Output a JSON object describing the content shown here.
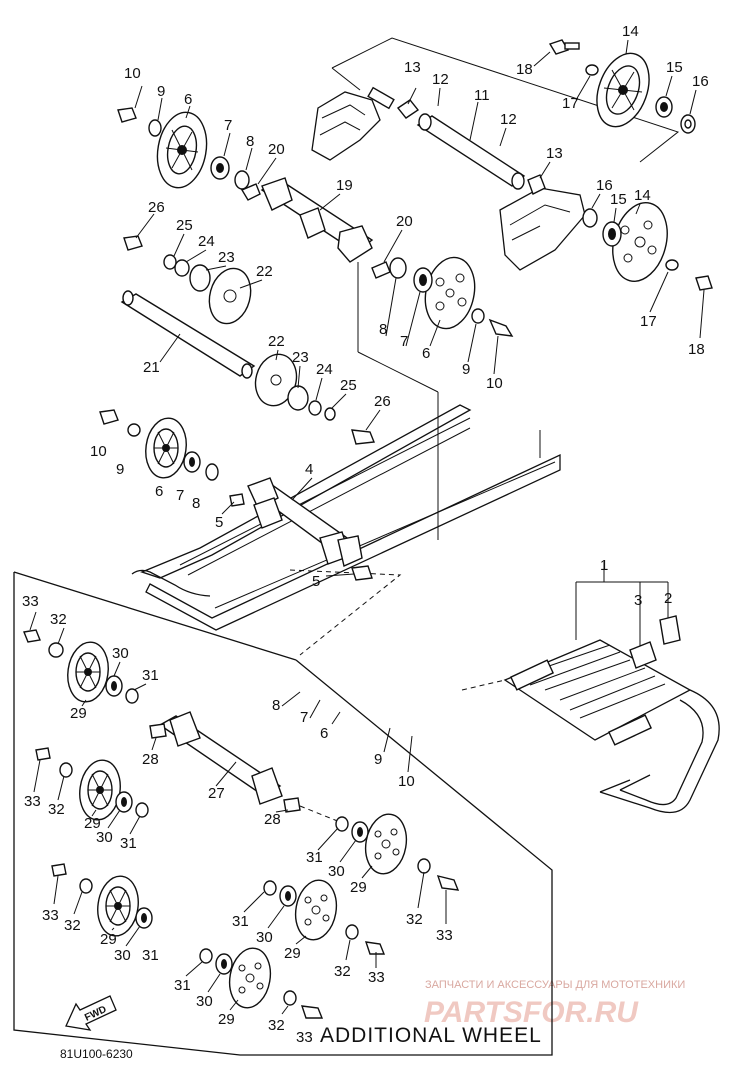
{
  "diagram": {
    "caption": "ADDITIONAL WHEEL",
    "drawing_code": "81U100-6230",
    "direction_label": "FWD",
    "watermark_top": "ЗАПЧАСТИ И АКСЕССУАРЫ ДЛЯ МОТОТЕХНИКИ",
    "watermark_main": "PARTSFOR.RU",
    "callouts": [
      "1",
      "2",
      "3",
      "4",
      "5",
      "5",
      "6",
      "6",
      "6",
      "6",
      "7",
      "7",
      "7",
      "7",
      "8",
      "8",
      "8",
      "8",
      "9",
      "9",
      "9",
      "9",
      "10",
      "10",
      "10",
      "10",
      "11",
      "12",
      "12",
      "13",
      "13",
      "14",
      "14",
      "15",
      "15",
      "16",
      "16",
      "17",
      "17",
      "18",
      "18",
      "19",
      "20",
      "20",
      "21",
      "22",
      "22",
      "23",
      "23",
      "24",
      "24",
      "25",
      "25",
      "26",
      "26",
      "27",
      "28",
      "28",
      "29",
      "29",
      "29",
      "29",
      "29",
      "29",
      "30",
      "30",
      "30",
      "30",
      "30",
      "30",
      "31",
      "31",
      "31",
      "31",
      "31",
      "31",
      "32",
      "32",
      "32",
      "32",
      "32",
      "32",
      "33",
      "33",
      "33",
      "33",
      "33",
      "33"
    ]
  }
}
